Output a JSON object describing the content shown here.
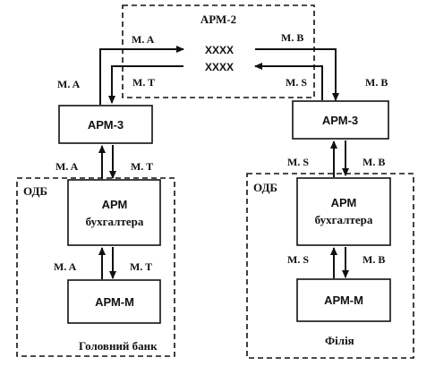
{
  "arm2": {
    "title": "АРМ-2",
    "code_top": "XXXX",
    "code_bottom": "XXXX",
    "label_in_left": "M. A",
    "label_out_left": "M. T",
    "label_out_right": "M. B",
    "label_in_right": "M. S"
  },
  "left": {
    "outer_label": "M. A",
    "arm3": "АРМ-3",
    "link_up_label": "M. A",
    "link_down_label": "M. T",
    "group_label": "ОДБ",
    "accountant_line1": "АРМ",
    "accountant_line2": "бухгалтера",
    "link2_up_label": "M. A",
    "link2_down_label": "M. T",
    "armm": "АРМ-М",
    "caption": "Головний банк"
  },
  "right": {
    "outer_label": "M. B",
    "arm3": "АРМ-3",
    "link_up_label": "M. S",
    "link_down_label": "M. B",
    "group_label": "ОДБ",
    "accountant_line1": "АРМ",
    "accountant_line2": "бухгалтера",
    "link2_up_label": "M. S",
    "link2_down_label": "M. B",
    "armm": "АРМ-М",
    "caption": "Філія"
  }
}
